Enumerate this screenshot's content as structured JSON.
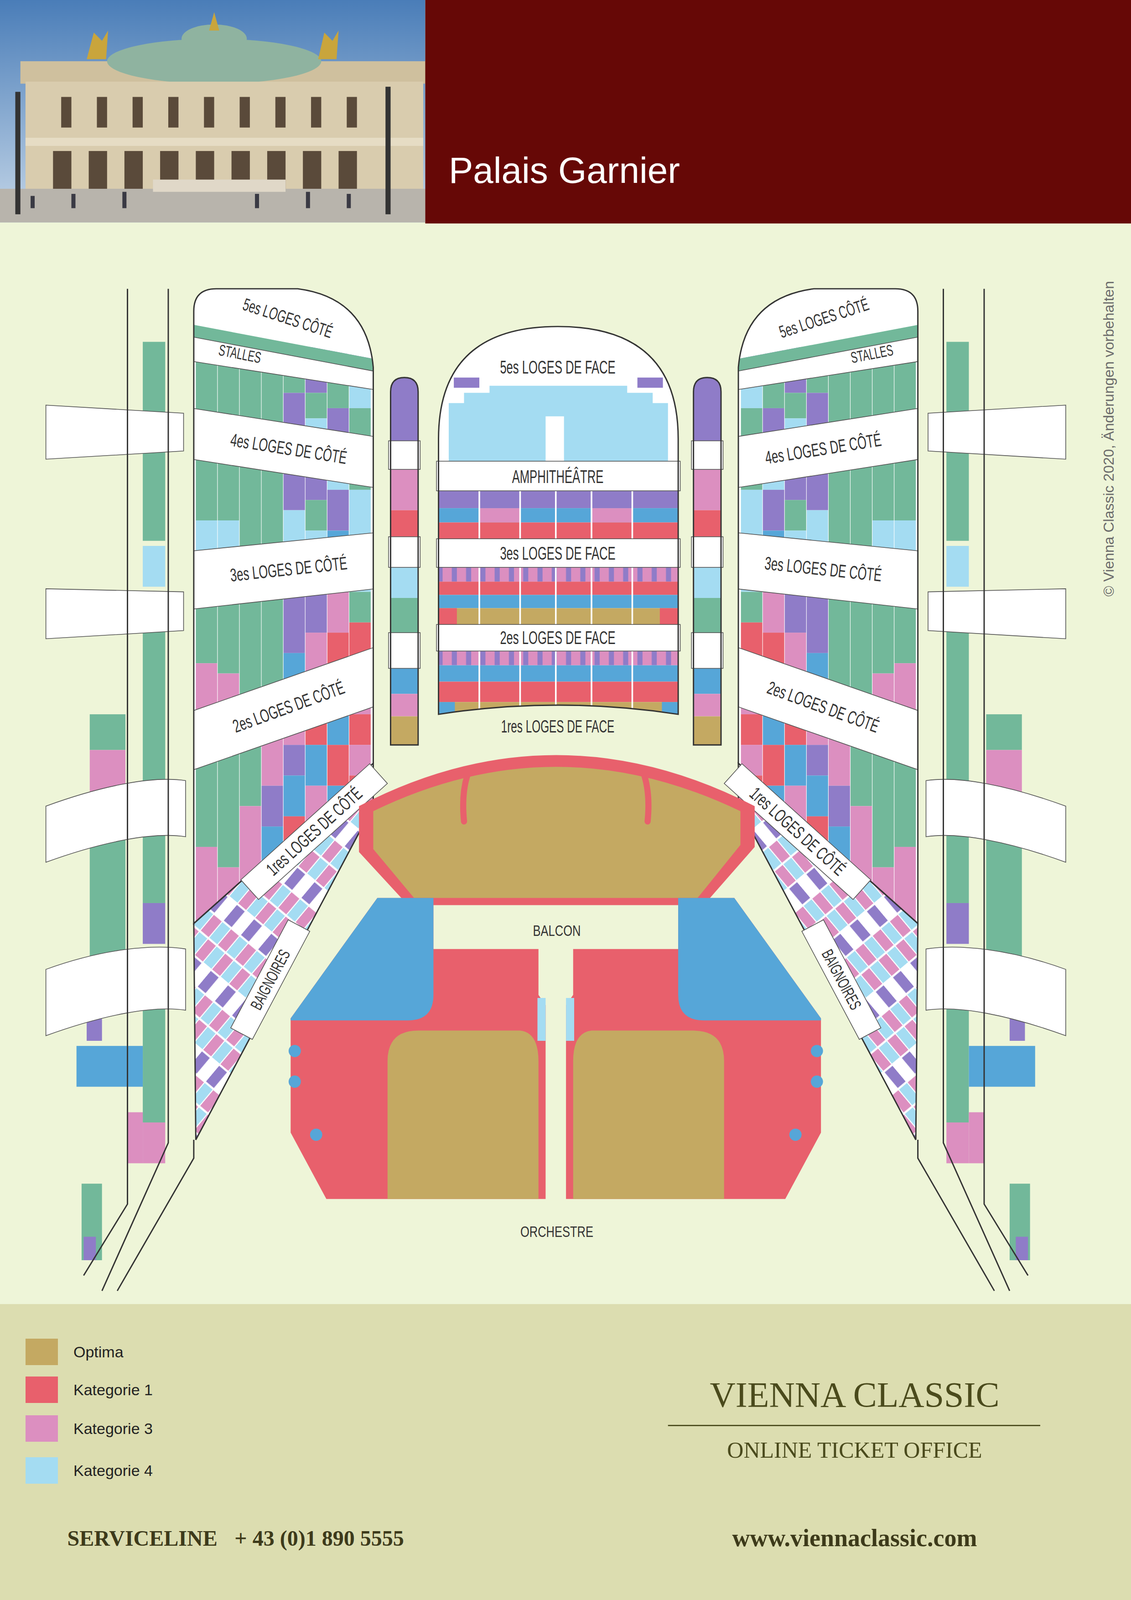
{
  "diagram": {
    "title": "Palais Garnier",
    "nodes": [
      {
        "text": [
          "5es LOGES CÔTÉ"
        ]
      },
      {
        "text": [
          "5es LOGES CÔTÉ"
        ]
      },
      {
        "text": [
          "STALLES"
        ]
      },
      {
        "text": [
          "STALLES"
        ]
      },
      {
        "text": [
          "5es LOGES DE FACE"
        ]
      },
      {
        "text": [
          "4es LOGES DE CÔTÉ"
        ]
      },
      {
        "text": [
          "AMPHITHÉÂTRE"
        ]
      },
      {
        "text": [
          "4es LOGES DE CÔTÉ"
        ]
      },
      {
        "text": [
          "3es LOGES DE CÔTÉ"
        ]
      },
      {
        "text": [
          "3es LOGES DE FACE"
        ]
      },
      {
        "text": [
          "3es LOGES DE CÔTÉ"
        ]
      },
      {
        "text": [
          "2es LOGES DE FACE"
        ]
      },
      {
        "text": [
          "2es LOGES DE CÔTÉ"
        ]
      },
      {
        "text": [
          "2es LOGES DE CÔTÉ"
        ]
      },
      {
        "text": [
          "1res LOGES DE CÔTÉ"
        ]
      },
      {
        "text": [
          "1res LOGES DE CÔTÉ"
        ]
      },
      {
        "text": [
          "BAIGNOIRES"
        ]
      },
      {
        "text": [
          "BAIGNOIRES"
        ]
      }
    ],
    "labels": [
      "1res LOGES DE FACE",
      "BALCON",
      "ORCHESTRE",
      "© Vienna Classic 2020, Änderungen vorbehalten",
      "VIENNA CLASSIC",
      "ONLINE TICKET OFFICE",
      "SERVICELINE",
      "+ 43 (0)1 890 5555",
      "www.viennaclassic.com"
    ],
    "legend": [
      {
        "text": "Optima",
        "color": "#c4a962"
      },
      {
        "text": "Kategorie 1",
        "color": "#e8606c"
      },
      {
        "text": "Kategorie 3",
        "color": "#dc8fc0"
      },
      {
        "text": "Kategorie 4",
        "color": "#a4dcf2"
      }
    ]
  }
}
